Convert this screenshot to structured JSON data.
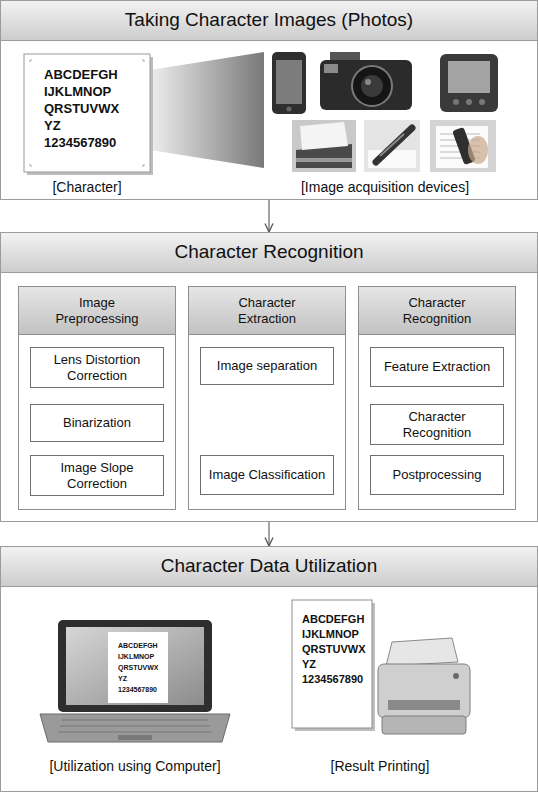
{
  "diagram": {
    "nodes": [
      {
        "text": [
          "Taking Character Images (Photos)"
        ]
      },
      {
        "text": [
          "Character Recognition"
        ]
      },
      {
        "text": [
          "Image Preprocessing"
        ],
        "in": 1
      },
      {
        "text": [
          "Lens Distortion Correction"
        ],
        "in": 2
      },
      {
        "text": [
          "Binarization"
        ],
        "in": 2
      },
      {
        "text": [
          "Image Slope Correction"
        ],
        "in": 2
      },
      {
        "text": [
          "Character Extraction"
        ],
        "in": 1
      },
      {
        "text": [
          "Image separation"
        ],
        "in": 6
      },
      {
        "text": [
          "Image Classification"
        ],
        "in": 6
      },
      {
        "text": [
          "Character Recognition"
        ],
        "in": 1
      },
      {
        "text": [
          "Feature Extraction"
        ],
        "in": 9
      },
      {
        "text": [
          "Character Recognition"
        ],
        "in": 9
      },
      {
        "text": [
          "Postprocessing"
        ],
        "in": 9
      },
      {
        "text": [
          "Character Data Utilization"
        ]
      }
    ],
    "edges": [
      {
        "from": 0,
        "to": 1,
        "arrow": "to"
      },
      {
        "from": 1,
        "to": 13,
        "arrow": "to"
      }
    ],
    "labels": [
      "ABCDEFGH IJKLMNOP QRSTUVWX YZ 1234567890",
      "[Character]",
      "[Image acquisition devices]",
      "ABCDEFGH IJKLMNOP QRSTUVWX YZ 1234567890",
      "ABCDEFGH IJKLMNOP QRSTUVWX YZ 1234567890",
      "[Utilization using Computer]",
      "[Result Printing]"
    ]
  }
}
